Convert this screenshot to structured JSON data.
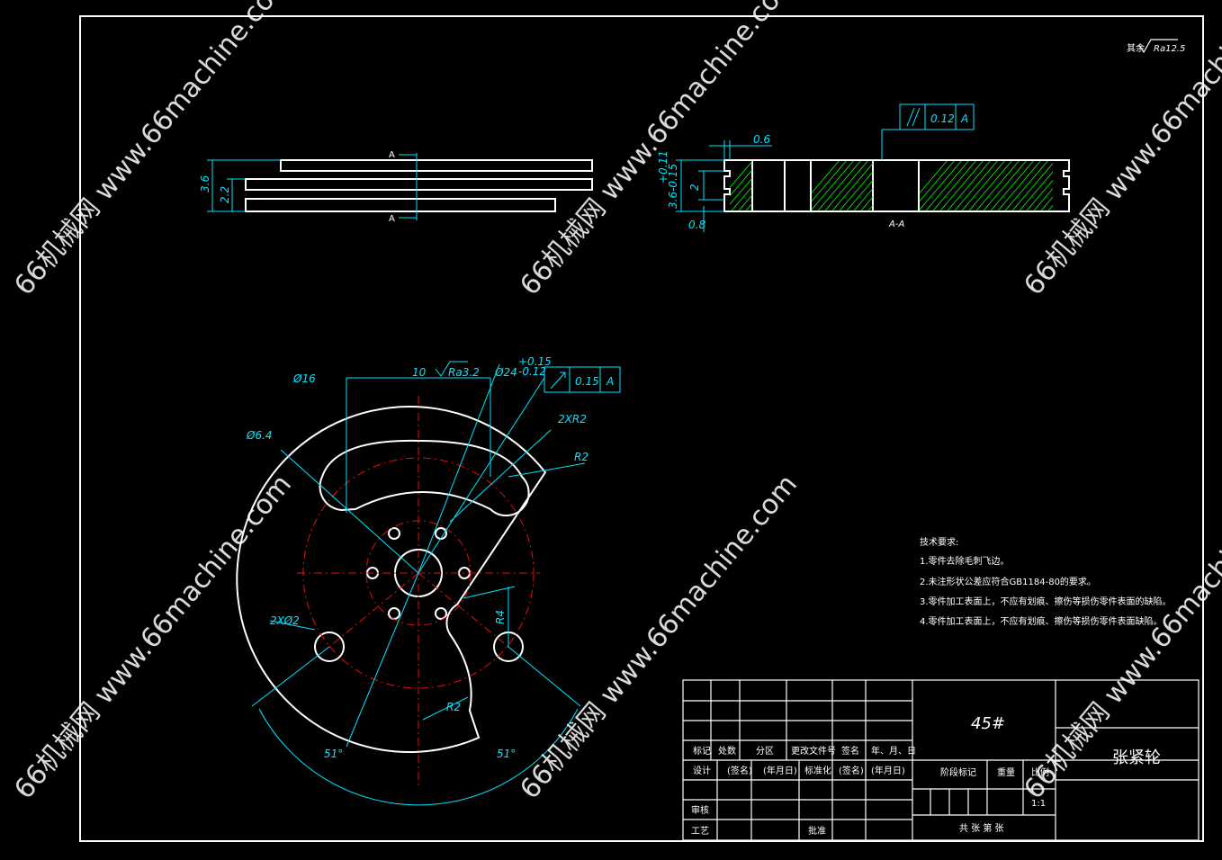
{
  "surface_note": "其余",
  "surface_note_value": "Ra12.5",
  "section_label": "A-A",
  "section_cut_label": "A",
  "dims_side": {
    "overall": "3.6",
    "inner": "2.2"
  },
  "dims_section": {
    "groove": "0.6",
    "height": "3.6-0.15",
    "height_tol": "+0.11",
    "inner": "2",
    "bottom": "0.8",
    "parallel_tol": "0.12",
    "parallel_datum": "A"
  },
  "dims_front": {
    "d16": "Ø16",
    "d64": "Ø6.4",
    "len10": "10",
    "ra32": "Ra3.2",
    "d24": "Ø24",
    "d24_tol_up": "+0.15",
    "d24_tol_dn": "-0.12",
    "runout_tol": "0.15",
    "runout_datum": "A",
    "r2x2": "2XR2",
    "r2": "R2",
    "r4": "R4",
    "r2b": "R2",
    "holes": "2XØ2",
    "ang_left": "51°",
    "ang_right": "51°"
  },
  "tech_requirements": {
    "title": "技术要求:",
    "items": [
      "1.零件去除毛刺飞边。",
      "2.未注形状公差应符合GB1184-80的要求。",
      "3.零件加工表面上，不应有划痕、擦伤等损伤零件表面的缺陷。",
      "4.零件加工表面上，不应有划痕、擦伤等损伤零件表面缺陷。"
    ]
  },
  "title_block": {
    "material": "45#",
    "part_name": "张紧轮",
    "row_labels_top": [
      "标记",
      "处数",
      "分区",
      "更改文件号",
      "签名",
      "年、月、日"
    ],
    "row_labels_mid": [
      "设计",
      "(签名)",
      "(年月日)",
      "标准化",
      "(签名)",
      "(年月日)"
    ],
    "stage_label": "阶段标记",
    "weight_label": "重量",
    "scale_label": "比例",
    "scale_value": "1:1",
    "review_label": "审核",
    "process_label": "工艺",
    "approve_label": "批准",
    "sheet_label": "共  张  第  张"
  },
  "watermark": "66机械网 www.66machine.com",
  "colors": {
    "background": "#000000",
    "lines": "#ffffff",
    "dims": "#00e5ff",
    "center": "#e01010",
    "hatch": "#00ff00"
  }
}
